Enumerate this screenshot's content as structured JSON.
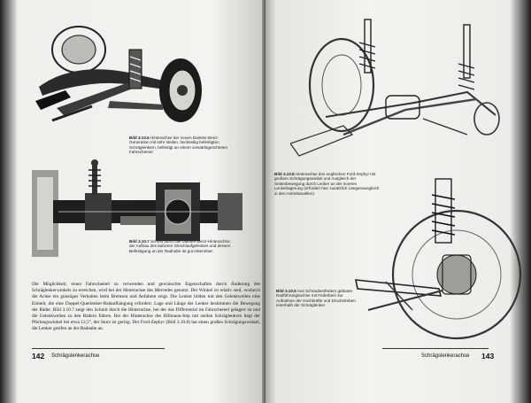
{
  "left_page": {
    "number": "142",
    "running_head": "Schrägslenkerachse",
    "figure_1": {
      "label": "Bild 3.10.6",
      "caption": "Hinterachse der neuen Daimler-Benz-Generation mit sehr steilen, heckseitig befestigten Schräglenkern, befestigt an einem vorwärtsgerichteten Fahrschemel"
    },
    "figure_2": {
      "label": "Bild 3.10.7",
      "caption": "Schnitt durch die Daimler-Benz-Hinterachse; der Aufbau des äußeren Gleichlaufgelenkes und dessen Befestigung an der Radnabe ist gut erkennbar."
    },
    "body_text": "Die Möglichkeit, einen Fahrschemel zu verwenden und gewünschte Eigenschaften durch Änderung des Schräglenkerwinkels zu erreichen, wird bei der Hinterachse des Mercedes genutzt. Der Winkel ist relativ steil, wodurch die Achse ein günstiges Verhalten beim Bremsen und Anfahren zeigt. Die Lenker bilden mit den Gelenkwellen eine Einheit, die eine Doppel-Querlenker-Radaufhängung erfordert. Lage und Länge der Lenker bestimmen die Bewegung der Räder. Bild 3.10.7 zeigt den Schnitt durch die Hinterachse, bei der das Differential im Fahrschemel gelagert ist und die Gelenkwellen zu den Rädern führen. Bei der Hinterachse des Hillmann-Imp mit steilen Schräglenkern liegt der Pfeilungswinkel bei etwa 12,5°, der Sturz ist gering. Der Ford-Zephyr (Bild 3.10.8) hat einen großen Schrägungswinkel, die Lenker greifen an der Radnabe an."
  },
  "right_page": {
    "number": "143",
    "running_head": "Schrägslenkerachse",
    "figure_1": {
      "label": "Bild 3.10.8",
      "caption": "Hinterachse des englischen Ford-Zephyr mit großem Schrägungswinkel und Ausgleich der Seitenbewegung durch Lenker an der inneren Lenkerlagerung (erfordert hier zusätzlich Längenausgleich in den Antriebswellen)"
    },
    "figure_2": {
      "label": "Bild 3.10.9",
      "caption": "Aus Schraubenfedern gebaute Radführungsachse mit Federbein zur Aufnahme der Hochkräfte und Druckstreben innerhalb der Schräglenker"
    }
  }
}
